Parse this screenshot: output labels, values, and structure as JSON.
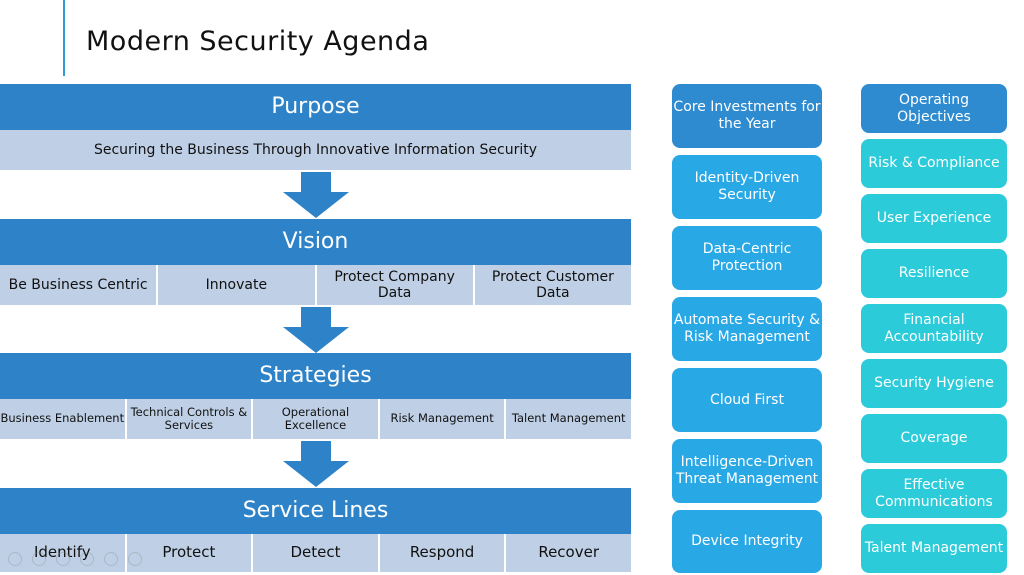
{
  "title": "Modern Security Agenda",
  "purpose": {
    "header": "Purpose",
    "statement": "Securing the Business Through Innovative Information Security"
  },
  "vision": {
    "header": "Vision",
    "items": [
      "Be Business Centric",
      "Innovate",
      "Protect Company Data",
      "Protect Customer Data"
    ]
  },
  "strategies": {
    "header": "Strategies",
    "items": [
      "Business Enablement",
      "Technical Controls & Services",
      "Operational Excellence",
      "Risk Management",
      "Talent Management"
    ]
  },
  "service_lines": {
    "header": "Service Lines",
    "items": [
      "Identify",
      "Protect",
      "Detect",
      "Respond",
      "Recover"
    ]
  },
  "core_investments": {
    "header": "Core Investments for the Year",
    "items": [
      "Identity-Driven Security",
      "Data-Centric Protection",
      "Automate Security & Risk Management",
      "Cloud First",
      "Intelligence-Driven Threat Management",
      "Device Integrity"
    ]
  },
  "operating_objectives": {
    "header": "Operating Objectives",
    "items": [
      "Risk & Compliance",
      "User Experience",
      "Resilience",
      "Financial Accountability",
      "Security Hygiene",
      "Coverage",
      "Effective Communications",
      "Talent Management"
    ]
  },
  "colors": {
    "header_blue": "#2E83C8",
    "row_light_blue": "#BFD0E6",
    "investment_blue": "#29A8E6",
    "objective_teal": "#2CCBD9",
    "accent_line": "#2E9BD6"
  }
}
